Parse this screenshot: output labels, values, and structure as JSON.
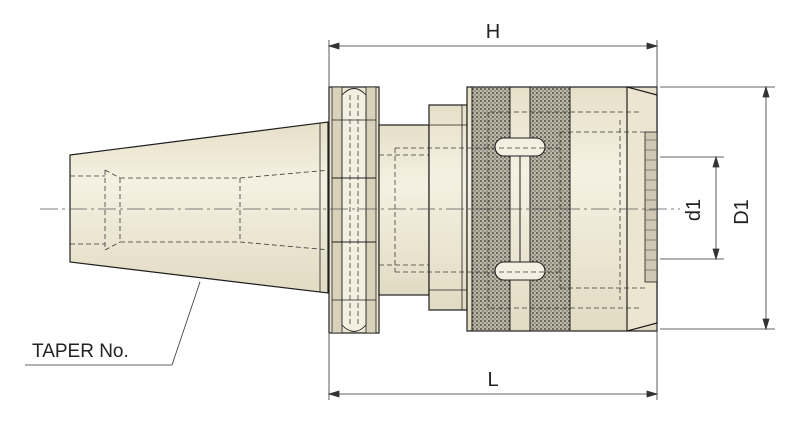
{
  "labels": {
    "H": "H",
    "L": "L",
    "d1": "d1",
    "D1": "D1",
    "taper": "TAPER No."
  },
  "colors": {
    "body_fill": "#f1ecd9",
    "body_shadow": "#ddd6bf",
    "knurl_fill": "#c2bcae",
    "line": "#1f1f1f",
    "hidden_line": "#3a3a3a",
    "dimension": "#333333"
  }
}
